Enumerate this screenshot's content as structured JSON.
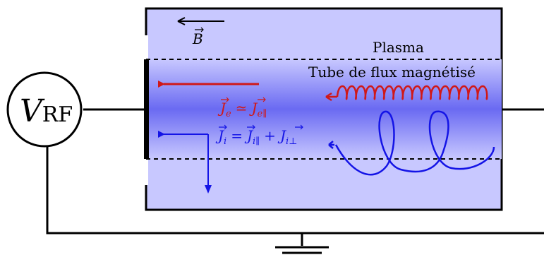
{
  "labels": {
    "b_field": "B",
    "plasma": "Plasma",
    "flux_tube": "Tube de flux magnétisé",
    "source_v": "V",
    "source_sub": "RF",
    "je_eq": "J",
    "je_e": "e",
    "je_approx": "≃",
    "je_par": "J",
    "je_par_sub": "e∥",
    "ji": "J",
    "ji_i": "i",
    "ji_eq": "=",
    "ji_par": "J",
    "ji_par_sub": "i∥",
    "ji_plus": "+",
    "ji_perp": "J",
    "ji_perp_sub": "i⊥"
  },
  "colors": {
    "chamber_fill": "#c8c8ff",
    "tube_center": "#6a6af2",
    "tube_edge": "#c8c8ff",
    "electron": "#d01818",
    "ion": "#1414e6",
    "wire": "#000000"
  },
  "icons": [
    "arrow-left-icon",
    "coil-icon",
    "helix-icon"
  ]
}
